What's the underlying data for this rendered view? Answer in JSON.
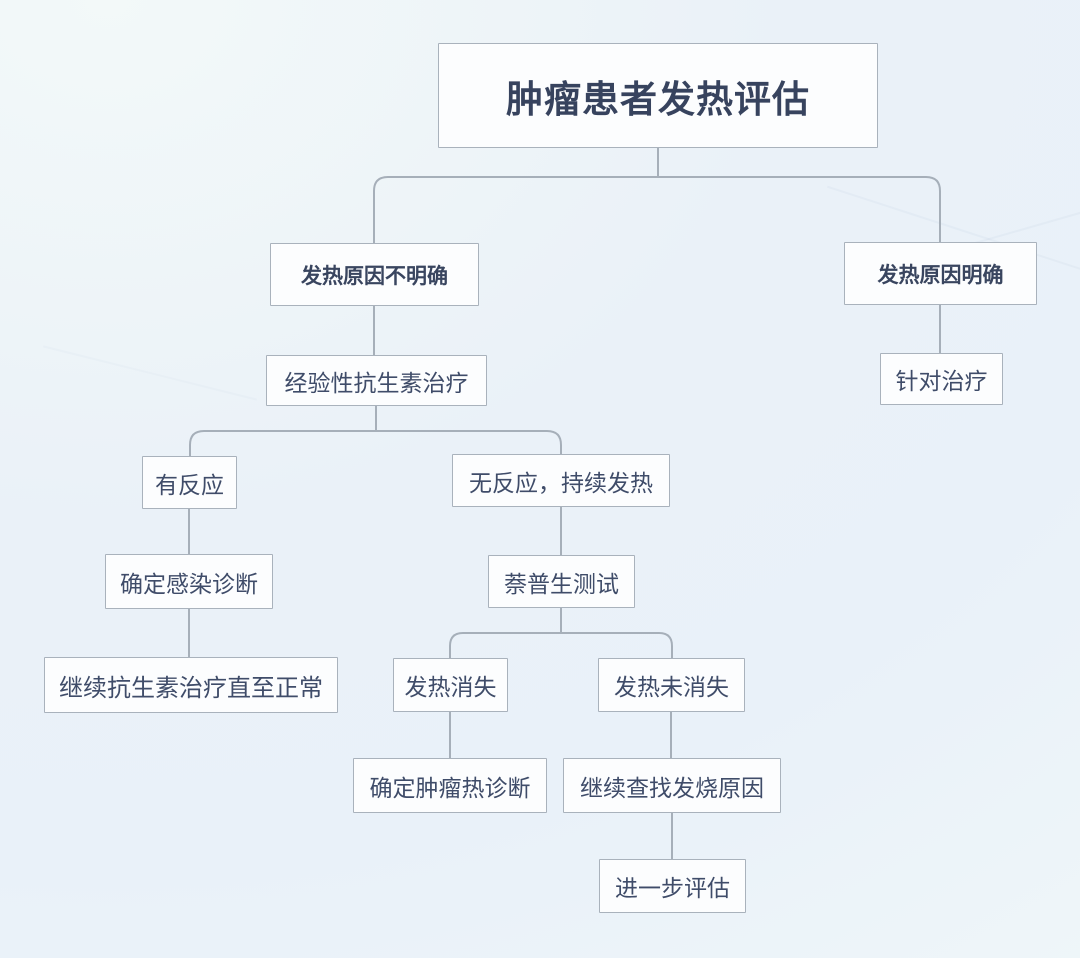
{
  "page": {
    "title": "肿瘤患者发热评估"
  },
  "flowchart": {
    "type": "decision-tree",
    "colors": {
      "background": "#eaf1f8",
      "node_fill": "#fcfdfe",
      "node_border": "#a9b2bc",
      "connector": "#a6afb9",
      "text": "#3f4c69",
      "title_text": "#37435e"
    },
    "nodes": {
      "root": {
        "label": "肿瘤患者发热评估",
        "emphasis": "bold-title"
      },
      "unclear": {
        "label": "发热原因不明确",
        "emphasis": "bold"
      },
      "clear": {
        "label": "发热原因明确",
        "emphasis": "bold"
      },
      "empirical": {
        "label": "经验性抗生素治疗",
        "emphasis": "normal"
      },
      "targeted": {
        "label": "针对治疗",
        "emphasis": "normal"
      },
      "response": {
        "label": "有反应",
        "emphasis": "normal"
      },
      "no_response": {
        "label": "无反应，持续发热",
        "emphasis": "normal"
      },
      "confirm_infection": {
        "label": "确定感染诊断",
        "emphasis": "normal"
      },
      "naproxen": {
        "label": "萘普生测试",
        "emphasis": "normal"
      },
      "continue_antibiotics": {
        "label": "继续抗生素治疗直至正常",
        "emphasis": "normal"
      },
      "fever_gone": {
        "label": "发热消失",
        "emphasis": "normal"
      },
      "fever_not_gone": {
        "label": "发热未消失",
        "emphasis": "normal"
      },
      "confirm_tumor_fever": {
        "label": "确定肿瘤热诊断",
        "emphasis": "normal"
      },
      "keep_searching": {
        "label": "继续查找发烧原因",
        "emphasis": "normal"
      },
      "further_eval": {
        "label": "进一步评估",
        "emphasis": "normal"
      }
    },
    "edges": [
      {
        "from": "root",
        "to": "unclear"
      },
      {
        "from": "root",
        "to": "clear"
      },
      {
        "from": "unclear",
        "to": "empirical"
      },
      {
        "from": "clear",
        "to": "targeted"
      },
      {
        "from": "empirical",
        "to": "response"
      },
      {
        "from": "empirical",
        "to": "no_response"
      },
      {
        "from": "response",
        "to": "confirm_infection"
      },
      {
        "from": "confirm_infection",
        "to": "continue_antibiotics"
      },
      {
        "from": "no_response",
        "to": "naproxen"
      },
      {
        "from": "naproxen",
        "to": "fever_gone"
      },
      {
        "from": "naproxen",
        "to": "fever_not_gone"
      },
      {
        "from": "fever_gone",
        "to": "confirm_tumor_fever"
      },
      {
        "from": "fever_not_gone",
        "to": "keep_searching"
      },
      {
        "from": "keep_searching",
        "to": "further_eval"
      }
    ]
  }
}
